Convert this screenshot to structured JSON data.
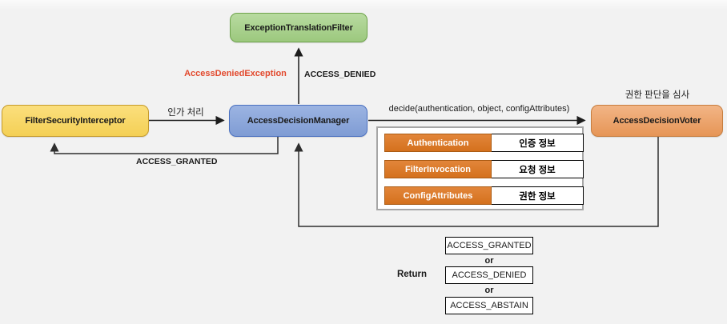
{
  "nodes": {
    "etf": {
      "label": "ExceptionTranslationFilter",
      "fill": "#a9d18e",
      "border": "#6fa44c"
    },
    "fsi": {
      "label": "FilterSecurityInterceptor",
      "fill": "#f7d966",
      "border": "#c59a2b"
    },
    "adm": {
      "label": "AccessDecisionManager",
      "fill": "#8faadc",
      "border": "#4a70c0"
    },
    "adv": {
      "label": "AccessDecisionVoter",
      "fill": "#eda46f",
      "border": "#c67d3e"
    }
  },
  "labels": {
    "access_denied_exception": "AccessDeniedException",
    "access_denied": "ACCESS_DENIED",
    "authorization": "인가 처리",
    "decide_call": "decide(authentication, object, configAttributes)",
    "access_granted": "ACCESS_GRANTED",
    "voter_caption": "권한 판단을 심사"
  },
  "table": {
    "rows": [
      {
        "key": "Authentication",
        "value": "인증 정보"
      },
      {
        "key": "FilterInvocation",
        "value": "요청 정보"
      },
      {
        "key": "ConfigAttributes",
        "value": "권한 정보"
      }
    ],
    "header_fill": "#dd7b28",
    "panel_border": "#a6a6a6"
  },
  "return_section": {
    "label": "Return",
    "separator": "or",
    "options": [
      "ACCESS_GRANTED",
      "ACCESS_DENIED",
      "ACCESS_ABSTAIN"
    ]
  },
  "colors": {
    "background": "#f2f2f2",
    "exception_text": "#e2492d",
    "wire": "#2b2b2b",
    "return_wire": "#4d4d4d"
  }
}
